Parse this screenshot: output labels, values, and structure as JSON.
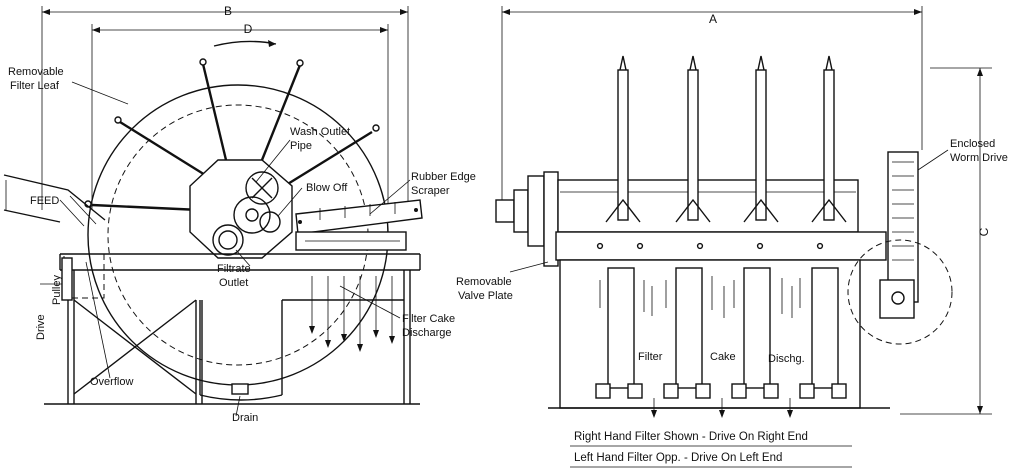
{
  "dimensions": {
    "a": "A",
    "b": "B",
    "c": "C",
    "d": "D"
  },
  "labels": {
    "removable_filter_leaf": [
      "Removable",
      "Filter Leaf"
    ],
    "wash_outlet_pipe": [
      "Wash Outlet",
      "Pipe"
    ],
    "blow_off": "Blow Off",
    "rubber_edge_scraper": [
      "Rubber Edge",
      "Scraper"
    ],
    "feed": "FEED",
    "drive_pulley": [
      "Drive",
      "Pulley"
    ],
    "filtrate_outlet": [
      "Filtrate",
      "Outlet"
    ],
    "filter_cake_discharge": [
      "Filter Cake",
      "Discharge"
    ],
    "overflow": "Overflow",
    "drain": "Drain",
    "removable_valve_plate": [
      "Removable",
      "Valve Plate"
    ],
    "enclosed_worm_drive": [
      "Enclosed",
      "Worm Drive"
    ],
    "filter": "Filter",
    "cake": "Cake",
    "dischg": "Dischg."
  },
  "captions": {
    "right_hand": "Right Hand Filter Shown  -  Drive On Right End",
    "left_hand": "Left Hand Filter Opp.    -  Drive On Left End"
  }
}
